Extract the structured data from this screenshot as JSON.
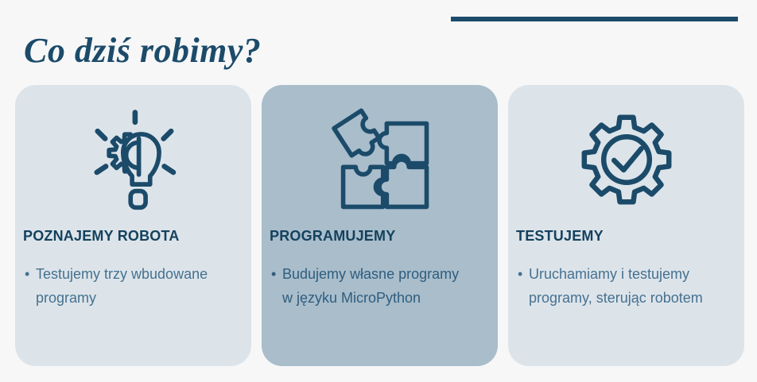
{
  "title": "Co dziś robimy?",
  "colors": {
    "background": "#f7f7f8",
    "ink": "#1c4b6a",
    "heading_text": "#15415d",
    "card_light_bg": "#dce4ea",
    "card_medium_bg": "#a9bdcb",
    "body_text_on_light": "#46718f",
    "body_text_on_medium": "#2f5d7e"
  },
  "cards": [
    {
      "icon": "lightbulb-gear-icon",
      "heading": "POZNAJEMY ROBOTA",
      "bullet": "Testujemy trzy wbudowane\nprogramy"
    },
    {
      "icon": "puzzle-icon",
      "heading": "PROGRAMUJEMY",
      "bullet": "Budujemy własne programy\nw języku MicroPython"
    },
    {
      "icon": "gear-checkmark-icon",
      "heading": "TESTUJEMY",
      "bullet": "Uruchamiamy i testujemy\nprogramy, sterując robotem"
    }
  ]
}
